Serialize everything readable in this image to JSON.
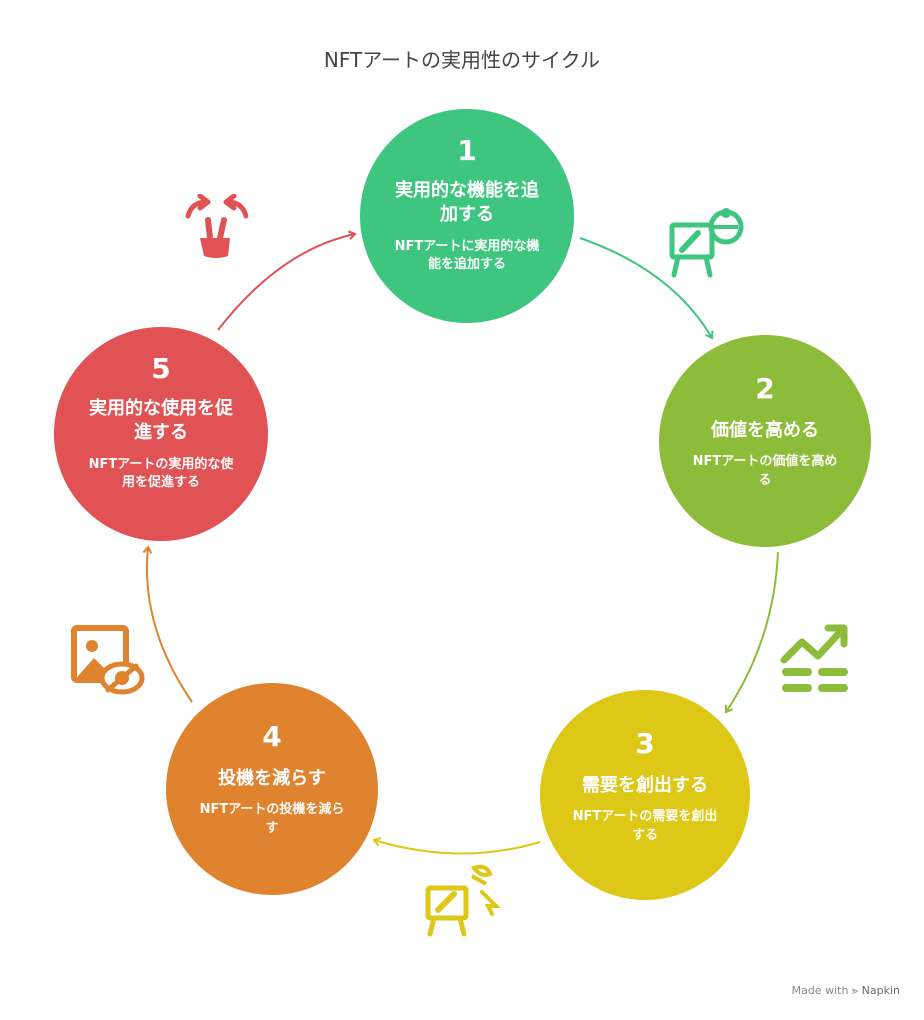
{
  "title": "NFTアートの実用性のサイクル",
  "colors": {
    "step1": "#3ec57f",
    "step2": "#8cbc3a",
    "step3": "#ddc717",
    "step4": "#e0832f",
    "step5": "#e05253"
  },
  "steps": [
    {
      "number": "1",
      "heading": "実用的な機能を追\n加する",
      "description": "NFTアートに実用的な機\n能を追加する",
      "icon": "easel-paint-icon"
    },
    {
      "number": "2",
      "heading": "価値を高める",
      "description": "NFTアートの価値を高め\nる",
      "icon": "rising-chart-icon"
    },
    {
      "number": "3",
      "heading": "需要を創出する",
      "description": "NFTアートの需要を創出\nする",
      "icon": "easel-cursor-icon"
    },
    {
      "number": "4",
      "heading": "投機を減らす",
      "description": "NFTアートの投機を減ら\nす",
      "icon": "image-hidden-icon"
    },
    {
      "number": "5",
      "heading": "実用的な使用を促\n進する",
      "description": "NFTアートの実用的な使\n用を促進する",
      "icon": "hand-gesture-icon"
    }
  ],
  "watermark": {
    "prefix": "Made with",
    "brand": "Napkin"
  }
}
